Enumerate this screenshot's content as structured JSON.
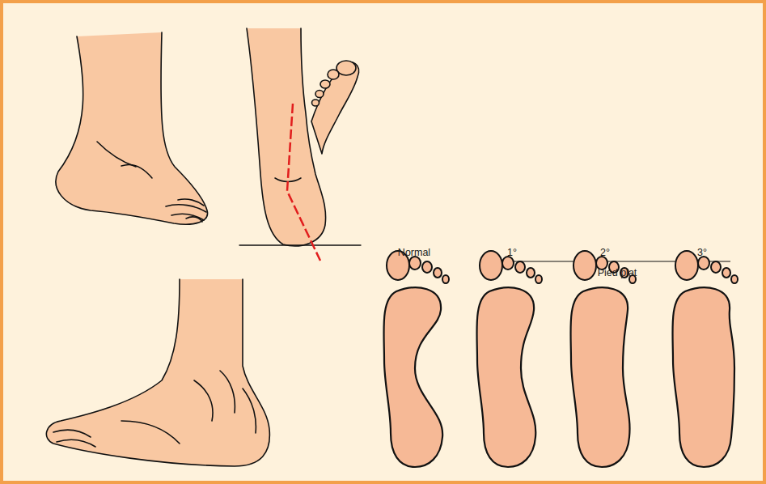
{
  "diagram": {
    "labels": [
      "Normal",
      "1°",
      "2°",
      "3°",
      "Pied plat"
    ]
  }
}
